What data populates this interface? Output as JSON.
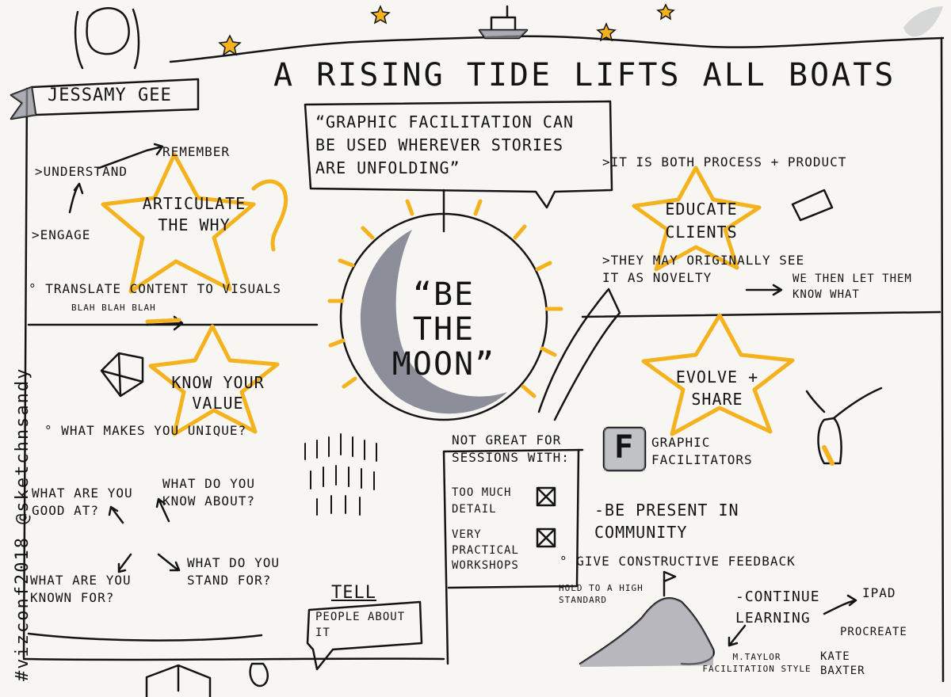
{
  "speaker": "JESSAMY GEE",
  "title": "A RISING TIDE LIFTS ALL BOATS",
  "side_credit": "#vizconf2018 @sketchnsandy",
  "quote": "“GRAPHIC FACILITATION CAN BE USED WHEREVER STORIES ARE UNFOLDING”",
  "center_quote": "“BE THE MOON”",
  "left": {
    "remember": "REMEMBER",
    "understand": ">UNDERSTAND",
    "engage": ">ENGAGE",
    "articulate": "ARTICULATE THE WHY",
    "translate": "° TRANSLATE CONTENT TO VISUALS",
    "blah": "BLAH BLAH BLAH",
    "know_value": "KNOW YOUR VALUE",
    "unique": "° WHAT MAKES YOU UNIQUE?",
    "good_at": "WHAT ARE YOU GOOD AT?",
    "know_about": "WHAT DO YOU KNOW ABOUT?",
    "known_for": "WHAT ARE YOU KNOWN FOR?",
    "stand_for": "WHAT DO YOU STAND FOR?",
    "tell": "TELL",
    "people_about": "PEOPLE ABOUT IT"
  },
  "right": {
    "process_product": ">IT IS BOTH PROCESS + PRODUCT",
    "educate": "EDUCATE CLIENTS",
    "novelty": ">THEY MAY ORIGINALLY SEE IT AS NOVELTY",
    "we_then": "WE THEN LET THEM KNOW WHAT",
    "evolve": "EVOLVE + SHARE",
    "graphic_fac": "GRAPHIC FACILITATORS",
    "fb_letter": "F",
    "be_present": "-BE PRESENT IN COMMUNITY",
    "give_feedback": "° GIVE CONSTRUCTIVE FEEDBACK",
    "high_standard": "HOLD TO A HIGH STANDARD",
    "continue": "-CONTINUE LEARNING",
    "ipad": "iPAD",
    "procreate": "PROCREATE",
    "mtaylor": "M.TAYLOR FACILITATION STYLE",
    "kate": "KATE BAXTER"
  },
  "not_great": {
    "heading": "NOT GREAT FOR SESSIONS WITH:",
    "items": [
      "TOO MUCH DETAIL",
      "VERY PRACTICAL WORKSHOPS"
    ]
  },
  "colors": {
    "yellow": "#f5b21f",
    "grey": "#8c8e99",
    "ink": "#141414",
    "paper": "#f7f6f2"
  }
}
